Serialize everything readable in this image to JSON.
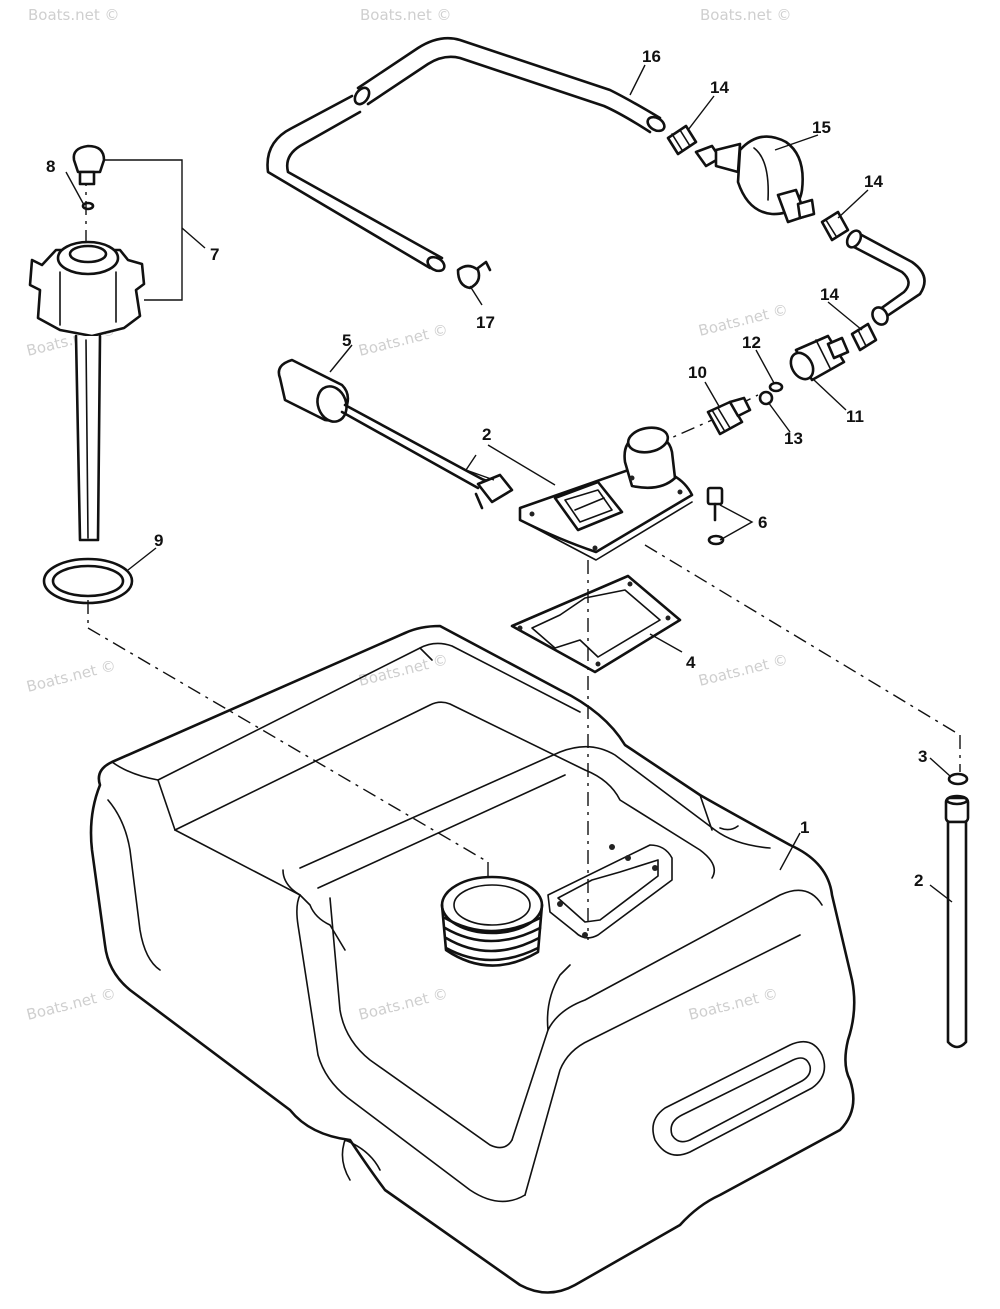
{
  "watermark": "Boats.net ©",
  "callouts": {
    "c1": "1",
    "c2a": "2",
    "c2b": "2",
    "c3": "3",
    "c4": "4",
    "c5": "5",
    "c6": "6",
    "c7": "7",
    "c8": "8",
    "c9": "9",
    "c10": "10",
    "c11": "11",
    "c12": "12",
    "c13": "13",
    "c14a": "14",
    "c14b": "14",
    "c14c": "14",
    "c15": "15",
    "c16": "16",
    "c17": "17"
  }
}
